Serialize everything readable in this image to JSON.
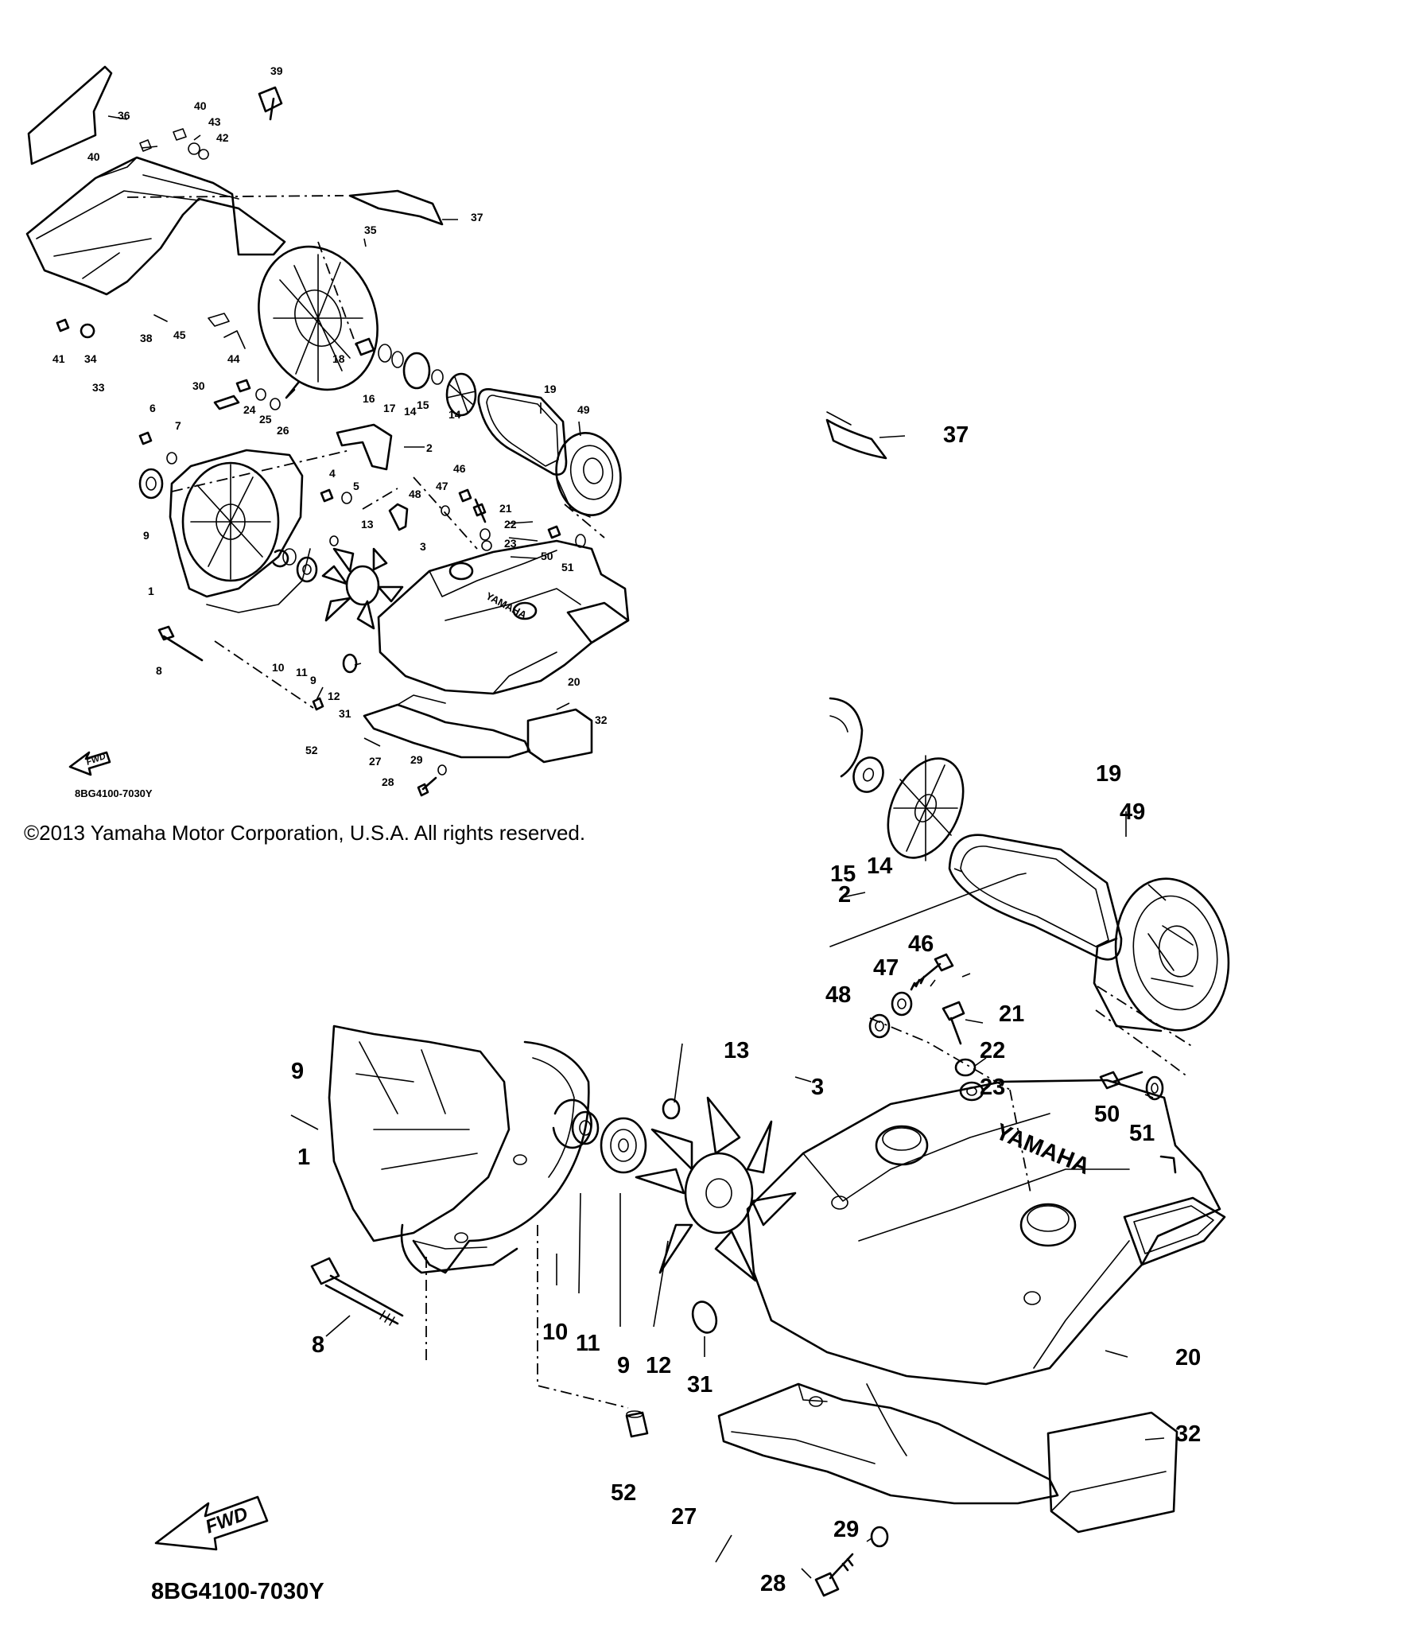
{
  "copyright": "©2013 Yamaha Motor Corporation, U.S.A. All rights reserved.",
  "diagram_code": "8BG4100-7030Y",
  "fwd_label": "FWD",
  "brand_mark": "YAMAHA",
  "overview_callouts": [
    "39",
    "40",
    "43",
    "42",
    "36",
    "40",
    "37",
    "35",
    "41",
    "34",
    "38",
    "45",
    "44",
    "33",
    "18",
    "16",
    "17",
    "14",
    "15",
    "14",
    "19",
    "49",
    "30",
    "24",
    "25",
    "26",
    "6",
    "7",
    "9",
    "2",
    "4",
    "5",
    "46",
    "47",
    "48",
    "21",
    "22",
    "23",
    "13",
    "3",
    "50",
    "51",
    "1",
    "8",
    "10",
    "11",
    "9",
    "12",
    "31",
    "20",
    "52",
    "27",
    "29",
    "28",
    "32"
  ],
  "detail_callouts": [
    "37",
    "15",
    "14",
    "19",
    "49",
    "2",
    "46",
    "47",
    "48",
    "21",
    "22",
    "23",
    "50",
    "51",
    "9",
    "13",
    "3",
    "1",
    "8",
    "10",
    "11",
    "9",
    "12",
    "31",
    "20",
    "52",
    "27",
    "29",
    "28",
    "32"
  ]
}
